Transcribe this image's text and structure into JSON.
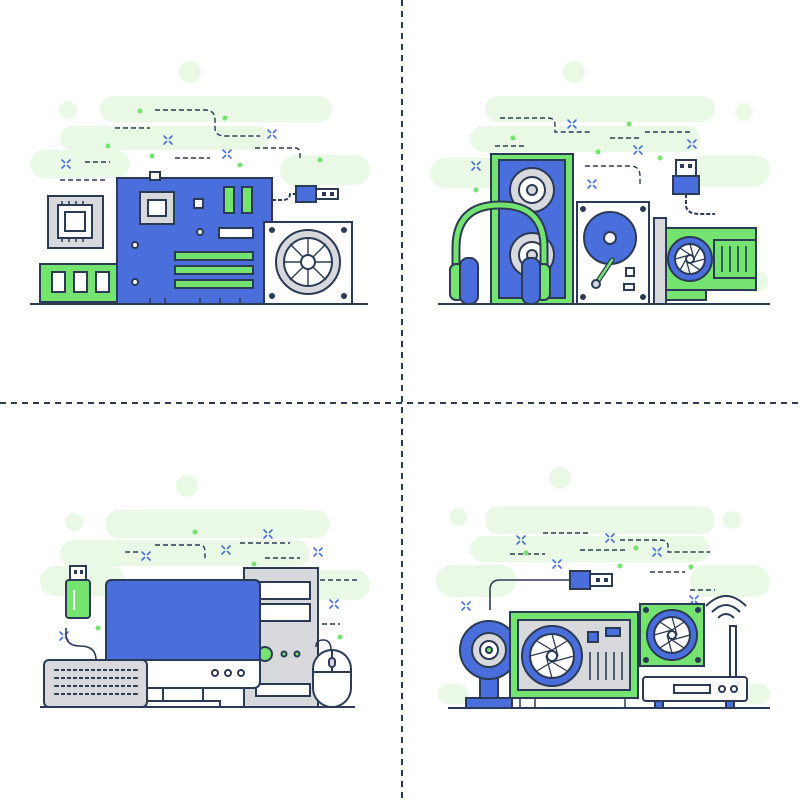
{
  "colors": {
    "outline": "#2b3a55",
    "blue": "#4a6fdc",
    "green": "#74e36f",
    "light_green": "#e9f9e6",
    "gray": "#d7d9dc",
    "white": "#ffffff",
    "divider": "#2b3a55"
  },
  "panels": [
    {
      "id": "hardware-components",
      "icons": [
        "cpu-chip-icon",
        "ram-module-icon",
        "motherboard-icon",
        "usb-plug-icon",
        "power-supply-fan-icon"
      ]
    },
    {
      "id": "audio-storage",
      "icons": [
        "headphones-icon",
        "speaker-tower-icon",
        "hard-drive-icon",
        "usb-plug-icon",
        "graphics-card-icon"
      ]
    },
    {
      "id": "desktop-computer",
      "icons": [
        "usb-flash-drive-icon",
        "monitor-icon",
        "keyboard-icon",
        "pc-tower-icon",
        "mouse-icon"
      ]
    },
    {
      "id": "peripherals",
      "icons": [
        "webcam-icon",
        "graphics-card-icon",
        "cooling-fan-icon",
        "wifi-router-icon",
        "usb-plug-icon"
      ]
    }
  ]
}
